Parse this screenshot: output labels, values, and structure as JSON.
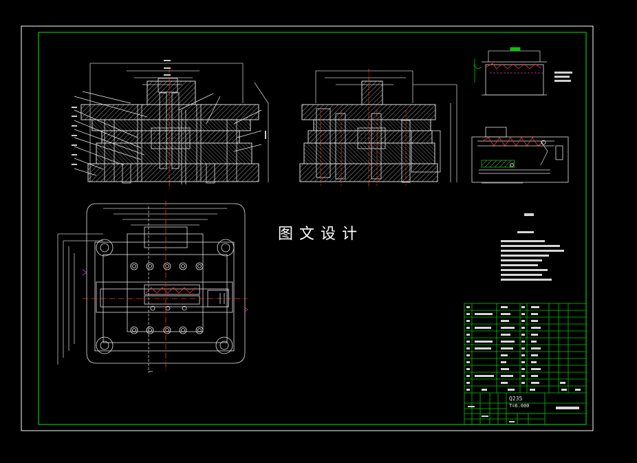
{
  "watermark": "图文设计",
  "colors": {
    "background": "#000000",
    "border": "#ffffff",
    "frame": "#00c800",
    "line": "#e8e8e8",
    "hatch": "#d8d8d8",
    "dim": "#c8c8c8",
    "hidden": "#ff3030",
    "accent": "#cc44cc",
    "blue": "#4060ff"
  },
  "title_block": {
    "material": "Q235",
    "thickness": "T=6.000"
  }
}
